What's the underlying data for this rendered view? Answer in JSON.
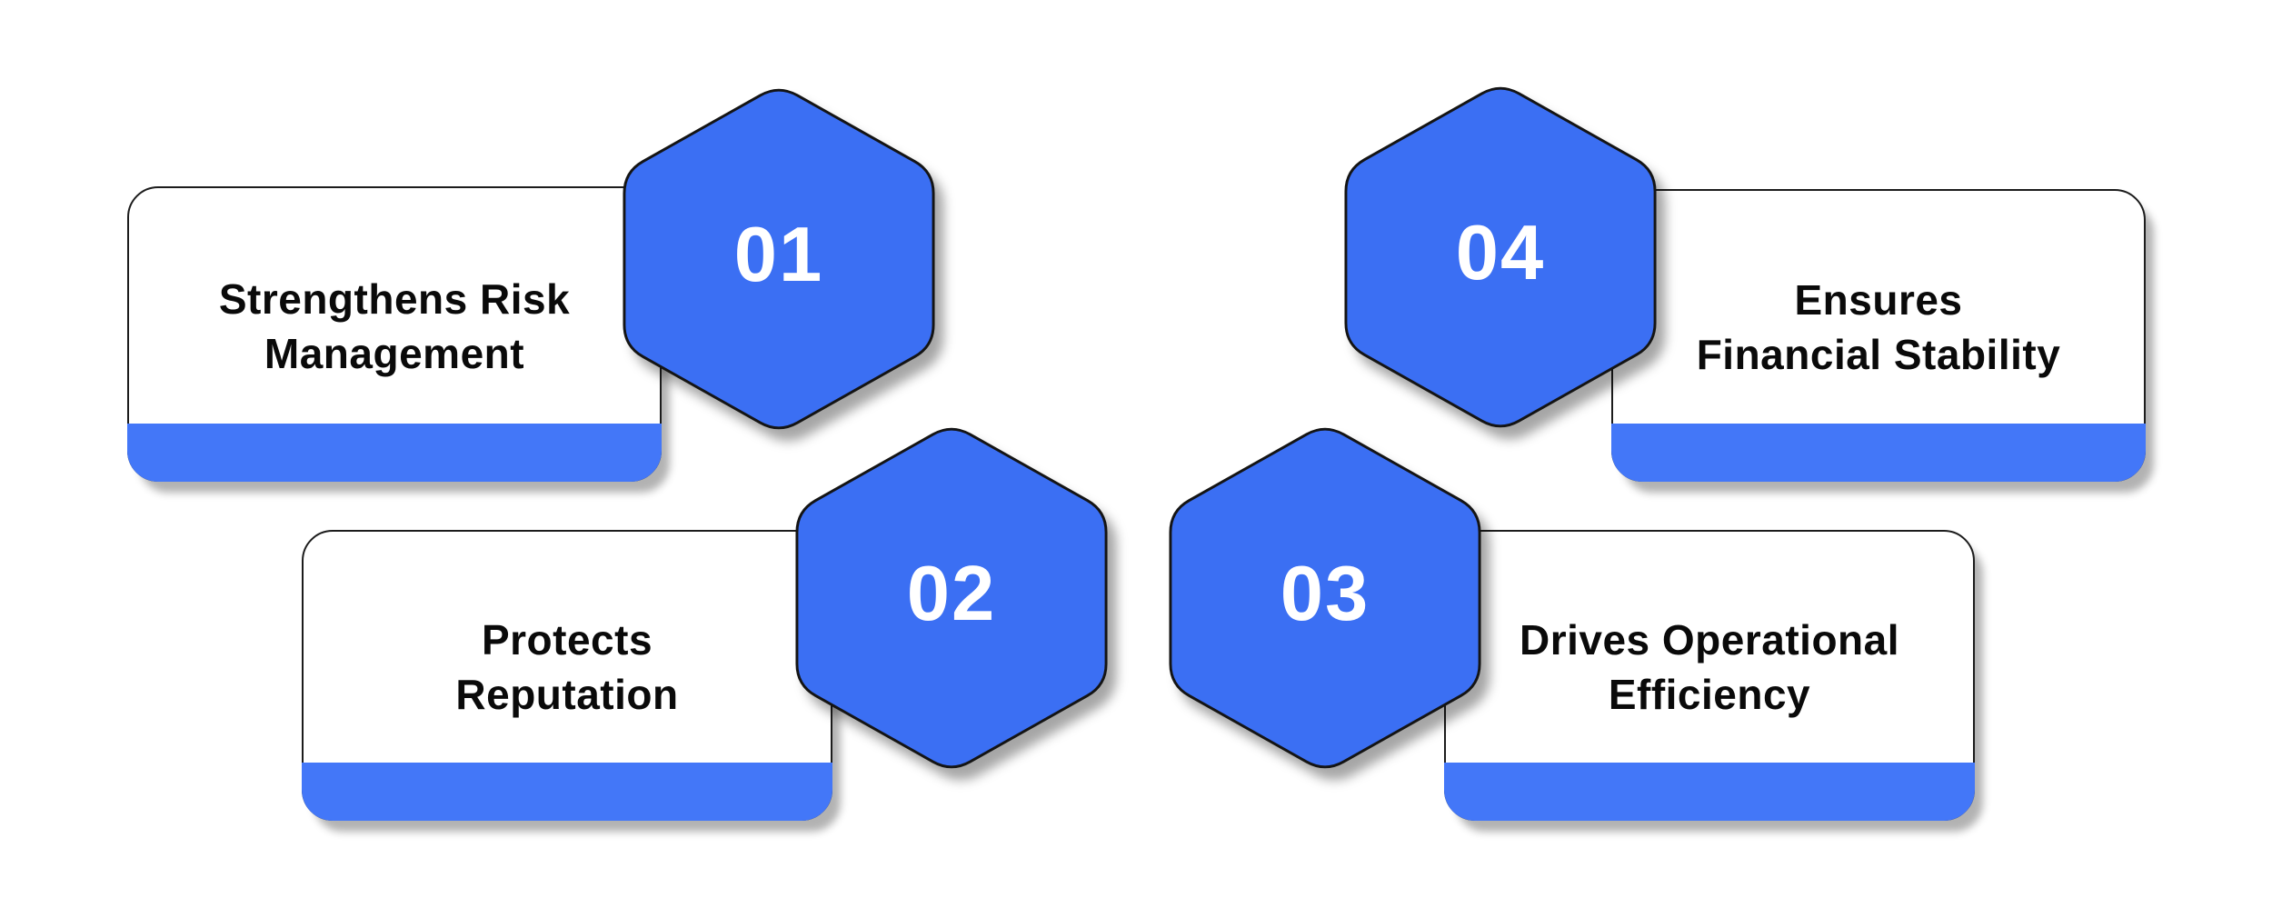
{
  "colors": {
    "background": "#ffffff",
    "hex_fill": "#3b6ff3",
    "hex_stroke": "#141414",
    "footer_bar": "#4377f8",
    "card_border": "#1c1c1c",
    "label_text": "#0a0a0a",
    "number_text": "#ffffff"
  },
  "items": [
    {
      "number": "01",
      "line1": "Strengthens Risk",
      "line2": "Management"
    },
    {
      "number": "02",
      "line1": "Protects",
      "line2": "Reputation"
    },
    {
      "number": "03",
      "line1": "Drives Operational",
      "line2": "Efficiency"
    },
    {
      "number": "04",
      "line1": "Ensures",
      "line2": "Financial Stability"
    }
  ]
}
